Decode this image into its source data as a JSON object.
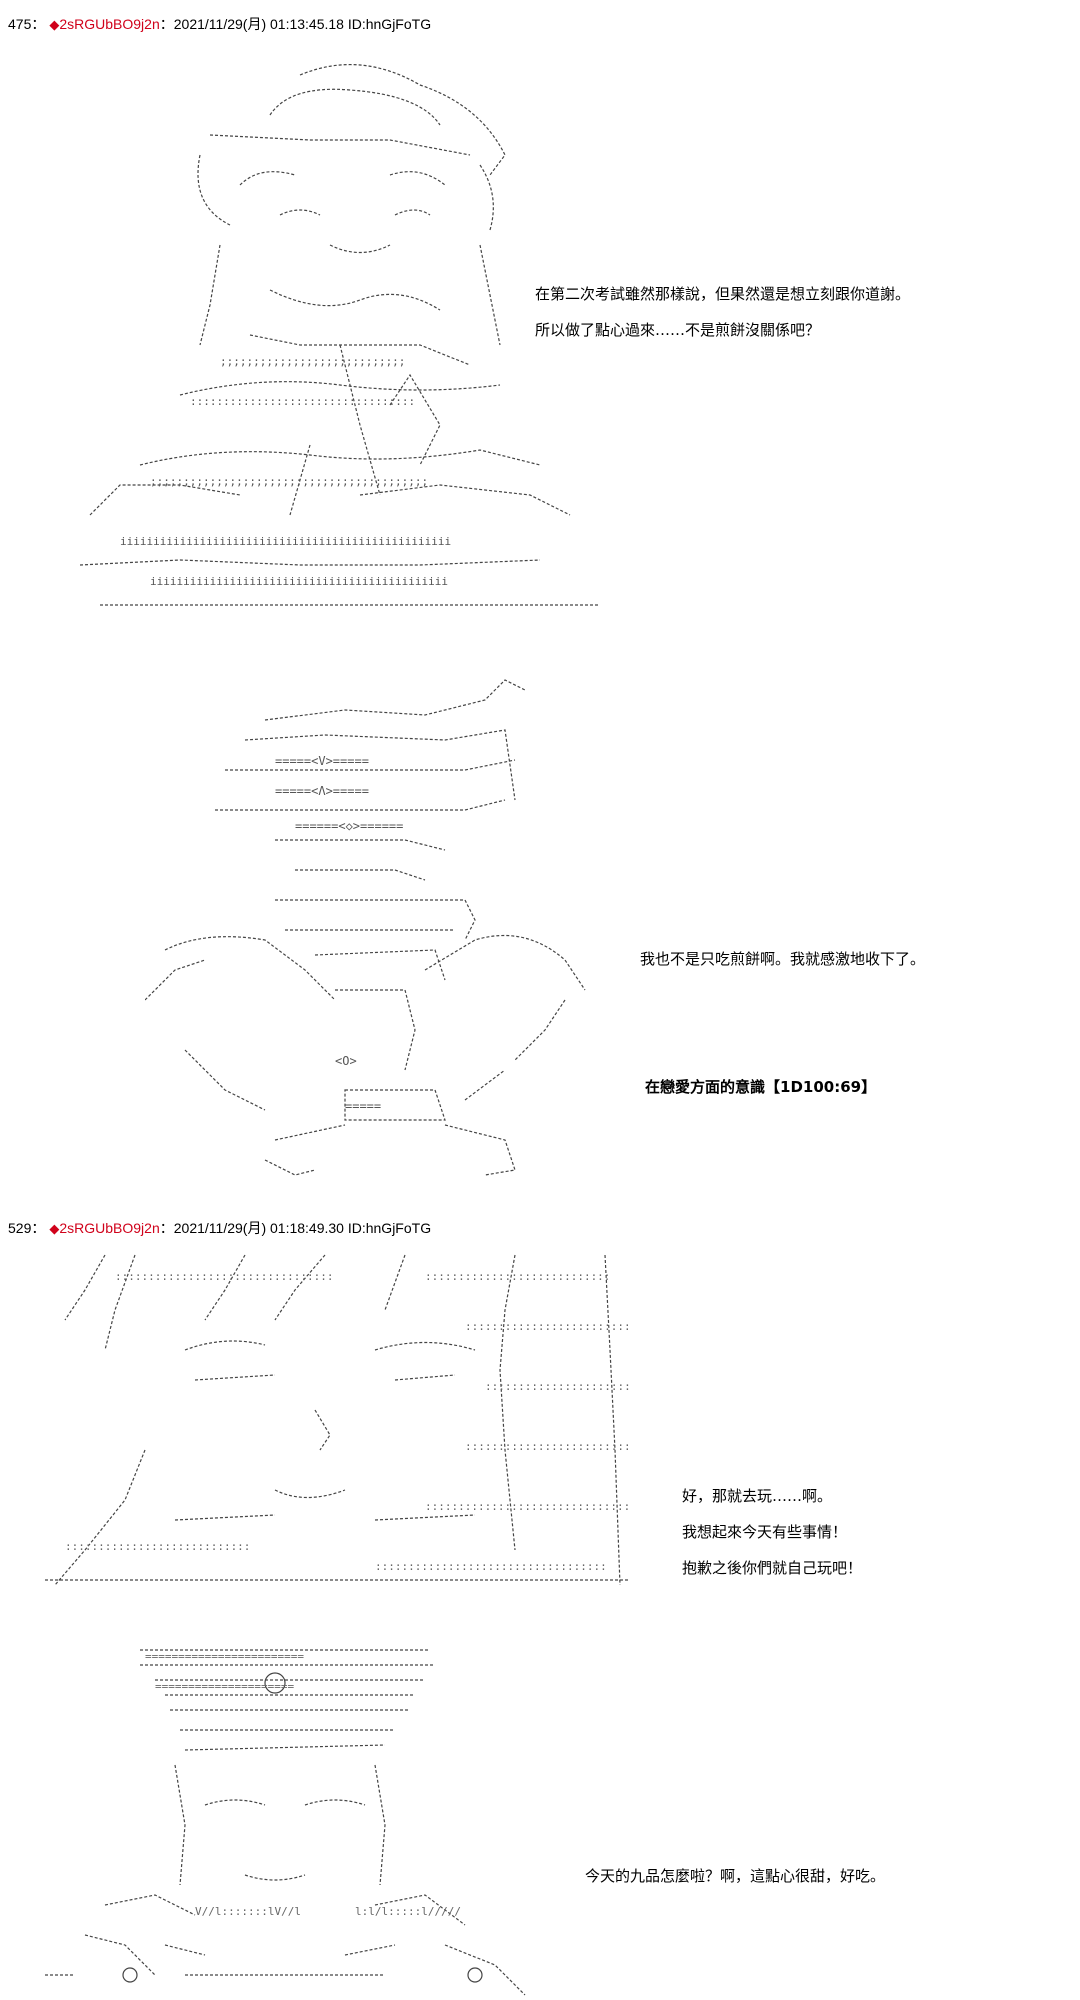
{
  "posts": [
    {
      "number": "475",
      "separator": "：",
      "trip": "2sRGUbBO9j2n",
      "datetime": "：2021/11/29(月) 01:13:45.18 ID:hnGjFoTG",
      "dialogs": [
        "在第二次考試雖然那樣說，但果然還是想立刻跟你道謝。",
        "所以做了點心過來……不是煎餅沒關係吧？",
        "我也不是只吃煎餅啊。我就感激地收下了。",
        "在戀愛方面的意識【1D100:69】"
      ]
    },
    {
      "number": "529",
      "separator": "：",
      "trip": "2sRGUbBO9j2n",
      "datetime": "：2021/11/29(月) 01:18:49.30 ID:hnGjFoTG",
      "dialogs": [
        "好，那就去玩……啊。",
        "我想起來今天有些事情！",
        "抱歉之後你們就自己玩吧！",
        "今天的九品怎麼啦？啊，這點心很甜，好吃。"
      ]
    }
  ],
  "colors": {
    "trip": "#d0021b",
    "text": "#000000",
    "art": "#333333"
  }
}
